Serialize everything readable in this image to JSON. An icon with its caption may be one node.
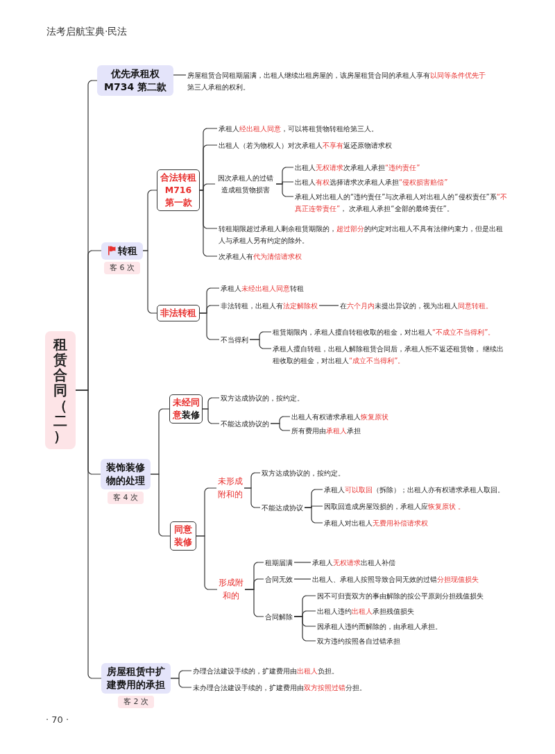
{
  "diagram": {
    "nodes": [
      {
        "text": [
          "租赁合同（二）"
        ]
      },
      {
        "text": [
          "优先承租权 M734 第二款"
        ]
      },
      {
        "text": [
          "房屋租赁合同租期届满，出租人继续出租房屋的，该房屋租赁合同的承租人享有**以同等条件优先于**第三人承租的权利。"
        ]
      },
      {
        "text": [
          "转租"
        ],
        "beside": [
          "客 6 次"
        ]
      },
      {
        "text": [
          "合法转租 M716 第一款"
        ]
      },
      {
        "text": [
          "承租人**经出租人同意**，可以将租赁物转租给第三人。"
        ]
      },
      {
        "text": [
          "出租人（若为物权人）对次承租人**不享有**返还原物请求权"
        ]
      },
      {
        "text": [
          "因次承租人的过错造成租赁物损害"
        ]
      },
      {
        "text": [
          "出租人**无权请求**次承租人承担**“违约责任”**"
        ]
      },
      {
        "text": [
          "出租人**有权**选择请求次承租人承担**“侵权损害赔偿”**"
        ]
      },
      {
        "text": [
          "承租人对出租人的“违约责任”与次承租人对出租人的“侵权责任”系**“不真正连带责任”**， 次承租人承担“全部的最终责任”。"
        ]
      },
      {
        "text": [
          "转租期限超过承租人剩余租赁期限的，**超过部分**的约定对出租人不具有法律约束力，但是出租人与承租人另有约定的除外。"
        ]
      },
      {
        "text": [
          "次承租人有**代为清偿请求权**"
        ]
      },
      {
        "text": [
          "非法转租"
        ]
      },
      {
        "text": [
          "承租人**未经出租人同意**转租"
        ]
      },
      {
        "text": [
          "非法转租，出租人有**法定解除权**"
        ]
      },
      {
        "text": [
          "在**六个月内**未提出异议的，视为出租人**同意转租。**"
        ]
      },
      {
        "text": [
          "不当得利"
        ]
      },
      {
        "text": [
          "租赁期限内，承租人擅自转租收取的租金，对出租人**“不成立不当得利”。**"
        ]
      },
      {
        "text": [
          "承租人擅自转租，出租人解除租赁合同后，承租人拒不返还租赁物， 继续出租收取的租金，对出租人**“成立不当得利”。**"
        ]
      },
      {
        "text": [
          "装饰装修物的处理"
        ],
        "beside": [
          "客 4 次"
        ]
      },
      {
        "text": [
          "**未经同意**装修"
        ]
      },
      {
        "text": [
          "双方达成协议的，按约定。"
        ]
      },
      {
        "text": [
          "不能达成协议的"
        ]
      },
      {
        "text": [
          "出租人有权请求承租人**恢复原状**"
        ]
      },
      {
        "text": [
          "所有费用由**承租人**承担"
        ]
      },
      {
        "text": [
          "同意装修"
        ]
      },
      {
        "text": [
          "未形成附和的"
        ]
      },
      {
        "text": [
          "双方达成协议的，按约定。"
        ]
      },
      {
        "text": [
          "不能达成协议"
        ]
      },
      {
        "text": [
          "承租人**可以取回**（拆除）；出租人亦有权请求承租人取回。"
        ]
      },
      {
        "text": [
          "因取回造成房屋毁损的，承租人应**恢复原状 。**"
        ]
      },
      {
        "text": [
          "承租人对出租人**无费用补偿请求权**"
        ]
      },
      {
        "text": [
          "形成附和的"
        ]
      },
      {
        "text": [
          "租期届满"
        ]
      },
      {
        "text": [
          "承租人**无权请求**出租人补偿"
        ]
      },
      {
        "text": [
          "合同无效"
        ]
      },
      {
        "text": [
          "出租人、承租人按照导致合同无效的过错**分担现值损失**"
        ]
      },
      {
        "text": [
          "合同解除"
        ]
      },
      {
        "text": [
          "因不可归责双方的事由解除的按公平原则分担残值损失"
        ]
      },
      {
        "text": [
          "出租人违约**出租人**承担残值损失"
        ]
      },
      {
        "text": [
          "因承租人违约而解除的，由承租人承担。"
        ]
      },
      {
        "text": [
          "双方违约按照各自过错承担"
        ]
      },
      {
        "text": [
          "房屋租赁中扩建费用的承担"
        ],
        "beside": [
          "客 2 次"
        ]
      },
      {
        "text": [
          "办理合法建设手续的，扩建费用由**出租人**负担。"
        ]
      },
      {
        "text": [
          "未办理合法建设手续的，扩建费用由**双方按照过错**分担。"
        ]
      }
    ],
    "edges": [
      {
        "from": 0,
        "to": 1,
        "arrow": "none"
      },
      {
        "from": 0,
        "to": 3,
        "arrow": "none"
      },
      {
        "from": 0,
        "to": 20,
        "arrow": "none"
      },
      {
        "from": 0,
        "to": 43,
        "arrow": "none"
      },
      {
        "from": 1,
        "to": 2,
        "arrow": "none"
      },
      {
        "from": 3,
        "to": 4,
        "arrow": "none"
      },
      {
        "from": 3,
        "to": 13,
        "arrow": "none"
      },
      {
        "from": 4,
        "to": 5,
        "arrow": "none"
      },
      {
        "from": 4,
        "to": 6,
        "arrow": "none"
      },
      {
        "from": 4,
        "to": 7,
        "arrow": "none"
      },
      {
        "from": 4,
        "to": 11,
        "arrow": "none"
      },
      {
        "from": 4,
        "to": 12,
        "arrow": "none"
      },
      {
        "from": 7,
        "to": 8,
        "arrow": "none"
      },
      {
        "from": 7,
        "to": 9,
        "arrow": "none"
      },
      {
        "from": 7,
        "to": 10,
        "arrow": "none"
      },
      {
        "from": 13,
        "to": 14,
        "arrow": "none"
      },
      {
        "from": 13,
        "to": 15,
        "arrow": "none"
      },
      {
        "from": 13,
        "to": 17,
        "arrow": "none"
      },
      {
        "from": 15,
        "to": 16,
        "arrow": "none"
      },
      {
        "from": 17,
        "to": 18,
        "arrow": "none"
      },
      {
        "from": 17,
        "to": 19,
        "arrow": "none"
      },
      {
        "from": 20,
        "to": 21,
        "arrow": "none"
      },
      {
        "from": 20,
        "to": 26,
        "arrow": "none"
      },
      {
        "from": 21,
        "to": 22,
        "arrow": "none"
      },
      {
        "from": 21,
        "to": 23,
        "arrow": "none"
      },
      {
        "from": 23,
        "to": 24,
        "arrow": "none"
      },
      {
        "from": 23,
        "to": 25,
        "arrow": "none"
      },
      {
        "from": 26,
        "to": 27,
        "arrow": "none"
      },
      {
        "from": 26,
        "to": 33,
        "arrow": "none"
      },
      {
        "from": 27,
        "to": 28,
        "arrow": "none"
      },
      {
        "from": 27,
        "to": 29,
        "arrow": "none"
      },
      {
        "from": 29,
        "to": 30,
        "arrow": "none"
      },
      {
        "from": 29,
        "to": 31,
        "arrow": "none"
      },
      {
        "from": 29,
        "to": 32,
        "arrow": "none"
      },
      {
        "from": 33,
        "to": 34,
        "arrow": "none"
      },
      {
        "from": 33,
        "to": 36,
        "arrow": "none"
      },
      {
        "from": 33,
        "to": 38,
        "arrow": "none"
      },
      {
        "from": 34,
        "to": 35,
        "arrow": "none"
      },
      {
        "from": 36,
        "to": 37,
        "arrow": "none"
      },
      {
        "from": 38,
        "to": 39,
        "arrow": "none"
      },
      {
        "from": 38,
        "to": 40,
        "arrow": "none"
      },
      {
        "from": 38,
        "to": 41,
        "arrow": "none"
      },
      {
        "from": 38,
        "to": 42,
        "arrow": "none"
      },
      {
        "from": 43,
        "to": 44,
        "arrow": "none"
      },
      {
        "from": 43,
        "to": 45,
        "arrow": "none"
      }
    ],
    "labels": [
      "法考启航宝典·民法",
      "· 70 ·"
    ]
  }
}
